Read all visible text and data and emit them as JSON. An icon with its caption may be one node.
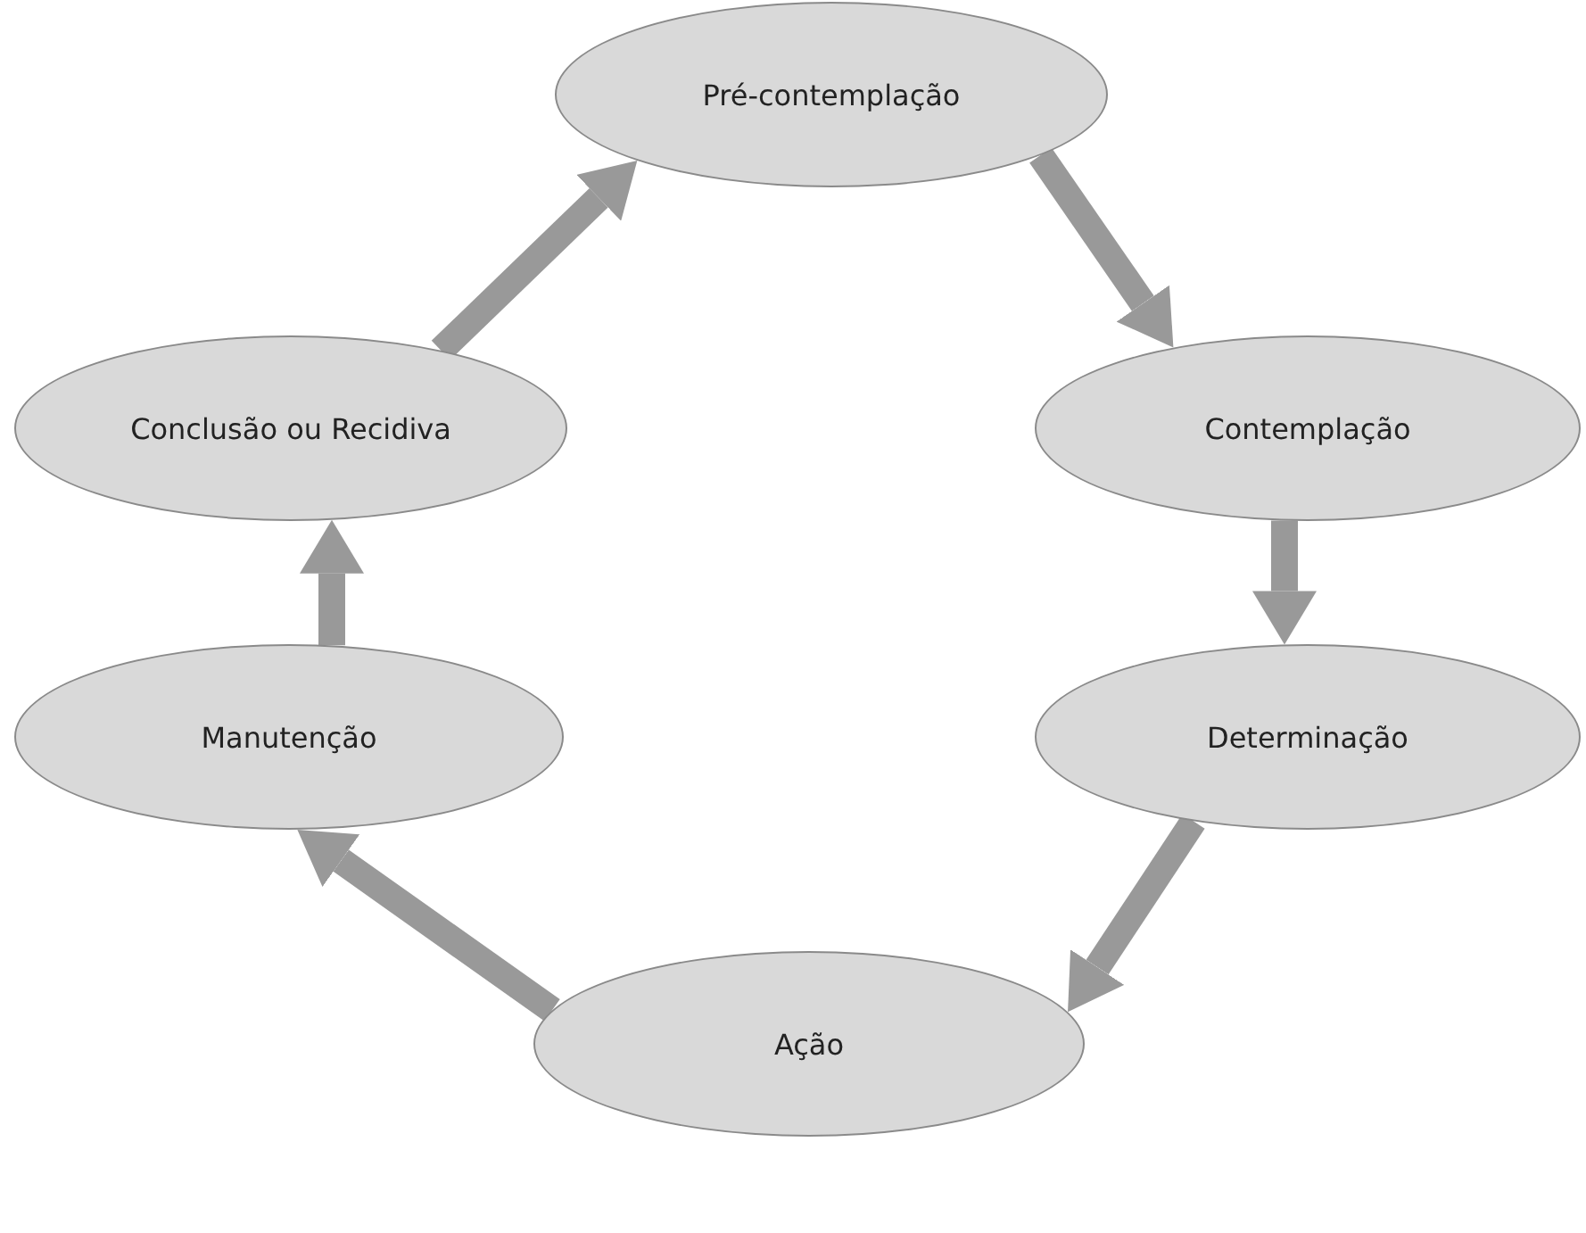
{
  "diagram": {
    "nodes": [
      {
        "text": [
          "Pré-contemplação"
        ]
      },
      {
        "text": [
          "Contemplação"
        ]
      },
      {
        "text": [
          "Determinação"
        ]
      },
      {
        "text": [
          "Ação"
        ]
      },
      {
        "text": [
          "Manutenção"
        ]
      },
      {
        "text": [
          "Conclusão ou Recidiva"
        ]
      }
    ],
    "edges": [
      {
        "from": 0,
        "to": 1,
        "arrow": "to"
      },
      {
        "from": 1,
        "to": 2,
        "arrow": "to"
      },
      {
        "from": 2,
        "to": 3,
        "arrow": "to"
      },
      {
        "from": 3,
        "to": 4,
        "arrow": "to"
      },
      {
        "from": 4,
        "to": 5,
        "arrow": "to"
      },
      {
        "from": 5,
        "to": 0,
        "arrow": "to"
      }
    ]
  }
}
